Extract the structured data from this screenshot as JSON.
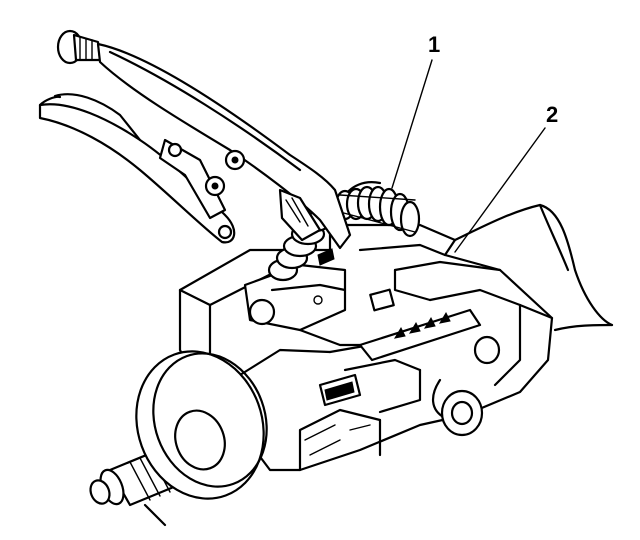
{
  "diagram": {
    "callouts": [
      {
        "id": "1",
        "label": "1"
      },
      {
        "id": "2",
        "label": "2"
      }
    ],
    "components": [
      "locking-pliers",
      "coil-spring",
      "steering-column-housing",
      "lock-actuator-rack",
      "steering-shaft",
      "jacket-tube"
    ]
  }
}
